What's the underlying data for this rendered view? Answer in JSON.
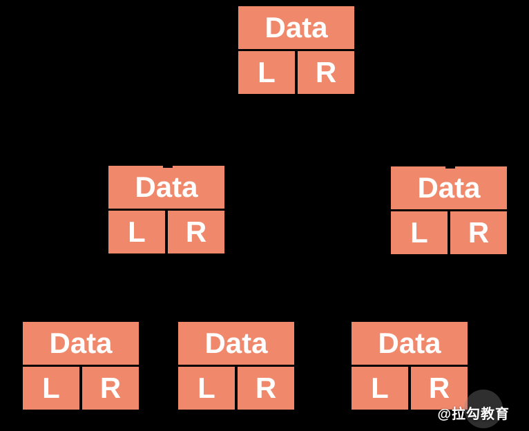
{
  "colors": {
    "background": "#000000",
    "node_fill": "#F0886C",
    "cell_text": "#FFFFFF",
    "watermark_text": "#FFFFFF",
    "watermark_logo": "rgba(135,135,135,0.35)"
  },
  "nodes": [
    {
      "id": "root",
      "level": 1,
      "data_label": "Data",
      "left_label": "L",
      "right_label": "R"
    },
    {
      "id": "level2-left",
      "level": 2,
      "data_label": "Data",
      "left_label": "L",
      "right_label": "R"
    },
    {
      "id": "level2-right",
      "level": 2,
      "data_label": "Data",
      "left_label": "L",
      "right_label": "R"
    },
    {
      "id": "level3-left",
      "level": 3,
      "data_label": "Data",
      "left_label": "L",
      "right_label": "R"
    },
    {
      "id": "level3-middle",
      "level": 3,
      "data_label": "Data",
      "left_label": "L",
      "right_label": "R"
    },
    {
      "id": "level3-right",
      "level": 3,
      "data_label": "Data",
      "left_label": "L",
      "right_label": "R"
    }
  ],
  "watermark": {
    "text": "@拉勾教育"
  }
}
